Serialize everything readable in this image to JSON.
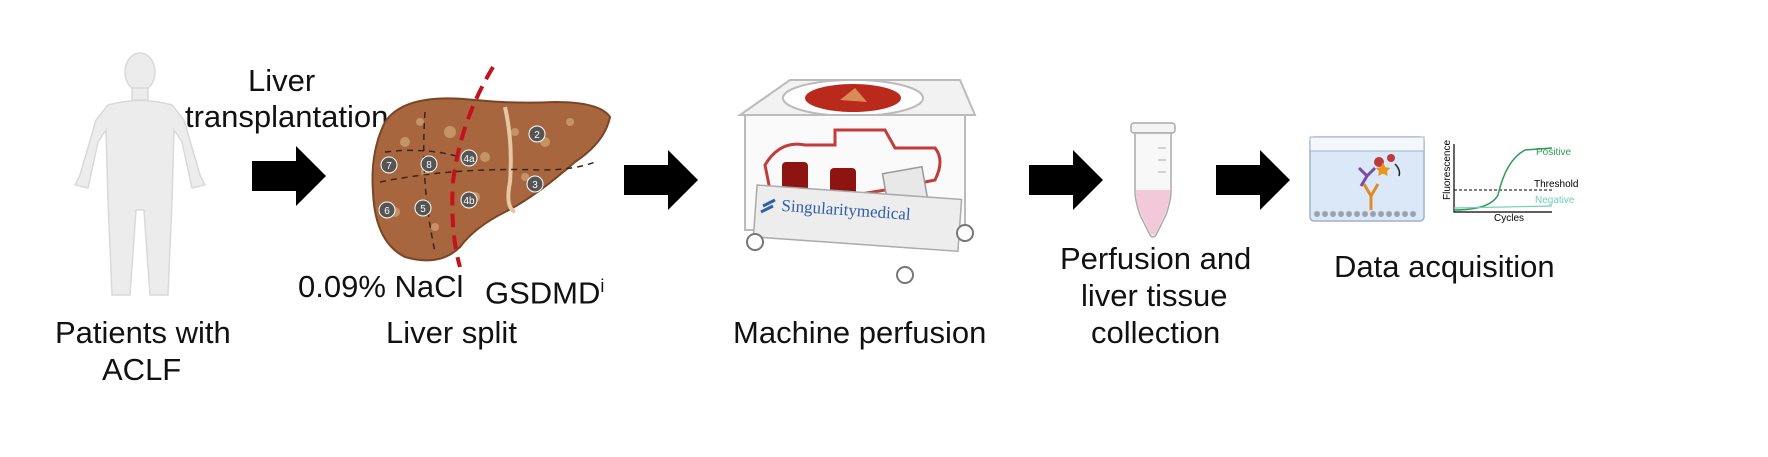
{
  "steps": {
    "patients": {
      "line1": "Patients with",
      "line2": "ACLF"
    },
    "transplant": {
      "line1": "Liver",
      "line2": "transplantation"
    },
    "split": {
      "label": "Liver split",
      "left_treatment": "0.09% NaCl",
      "right_treatment": "GSDMD",
      "right_superscript": "i",
      "segments": [
        "7",
        "8",
        "4a",
        "2",
        "6",
        "5",
        "4b",
        "3"
      ]
    },
    "perfusion": {
      "label": "Machine perfusion",
      "brand": "Singularitymedical"
    },
    "collection": {
      "line1": "Perfusion and",
      "line2": "liver tissue",
      "line3": "collection"
    },
    "acquisition": {
      "label": "Data acquisition",
      "plot_ylabel": "Fluorescence",
      "plot_xlabel": "Cycles",
      "plot_positive": "Positive",
      "plot_threshold": "Threshold",
      "plot_negative": "Negative"
    }
  },
  "colors": {
    "liver": "#a8663f",
    "cut_line": "#c4121c",
    "arrow": "#000000",
    "tube_fluid": "#f2c9d8",
    "well": "#dbe8f8",
    "curve": "#2e9a55"
  }
}
